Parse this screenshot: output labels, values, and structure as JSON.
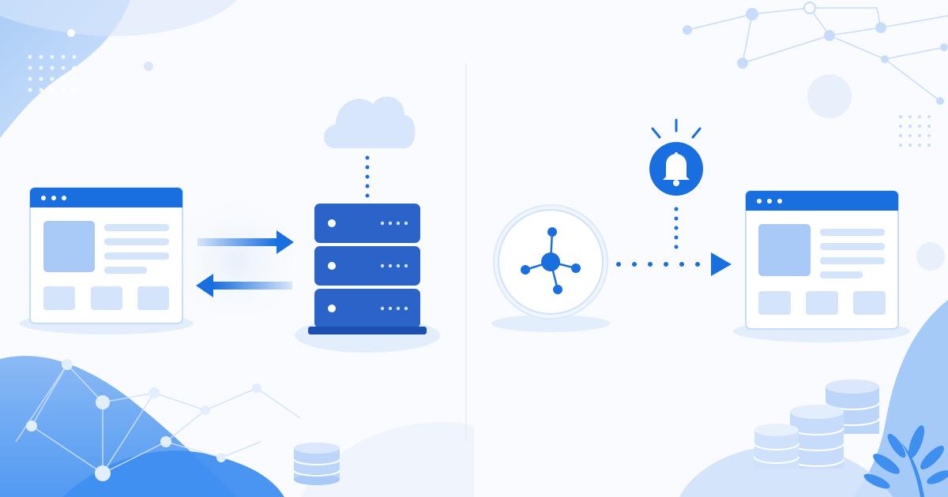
{
  "illustration": {
    "left_panel": {
      "elements": [
        "browser-window",
        "request-arrow",
        "response-arrow",
        "server-rack",
        "cloud",
        "database"
      ],
      "server_units": 3
    },
    "right_panel": {
      "elements": [
        "hub",
        "notification-bell",
        "browser-window",
        "database-stack",
        "plant"
      ]
    },
    "colors": {
      "primary": "#1a6fe0",
      "server": "#2c63c8",
      "light": "#c6dcfa",
      "pale": "#e3eefc",
      "background": "#f9fbfe"
    },
    "icons": [
      "cloud-icon",
      "server-icon",
      "bell-icon",
      "hub-icon",
      "database-icon",
      "arrow-right-icon",
      "arrow-left-icon"
    ]
  }
}
